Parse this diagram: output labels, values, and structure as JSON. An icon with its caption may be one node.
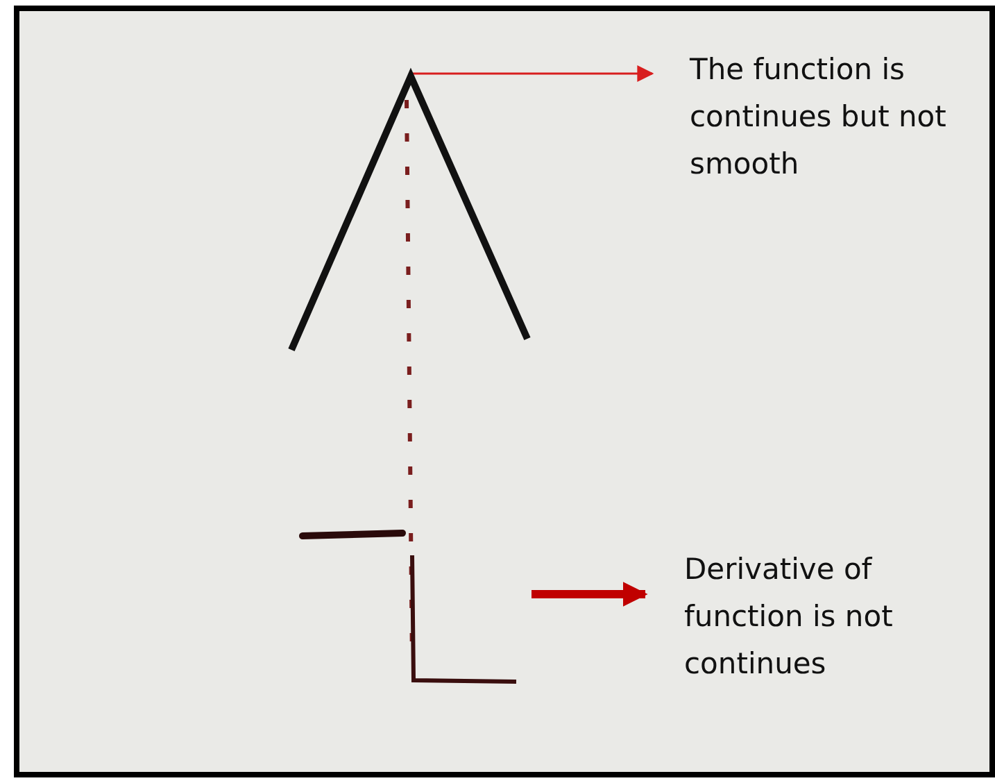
{
  "diagram": {
    "nodes": [
      {
        "text": [
          "The function is continues but not smooth"
        ]
      },
      {
        "text": [
          "Derivative of function is not continues"
        ]
      },
      {
        "text": [],
        "shape": "picture"
      }
    ],
    "edges": [
      {
        "from": 2,
        "to": 0,
        "arrow": "to",
        "color": "#d81e1e"
      },
      {
        "from": null,
        "to": 1,
        "arrow": "to",
        "style": "thick",
        "color": "#c00000"
      }
    ]
  }
}
